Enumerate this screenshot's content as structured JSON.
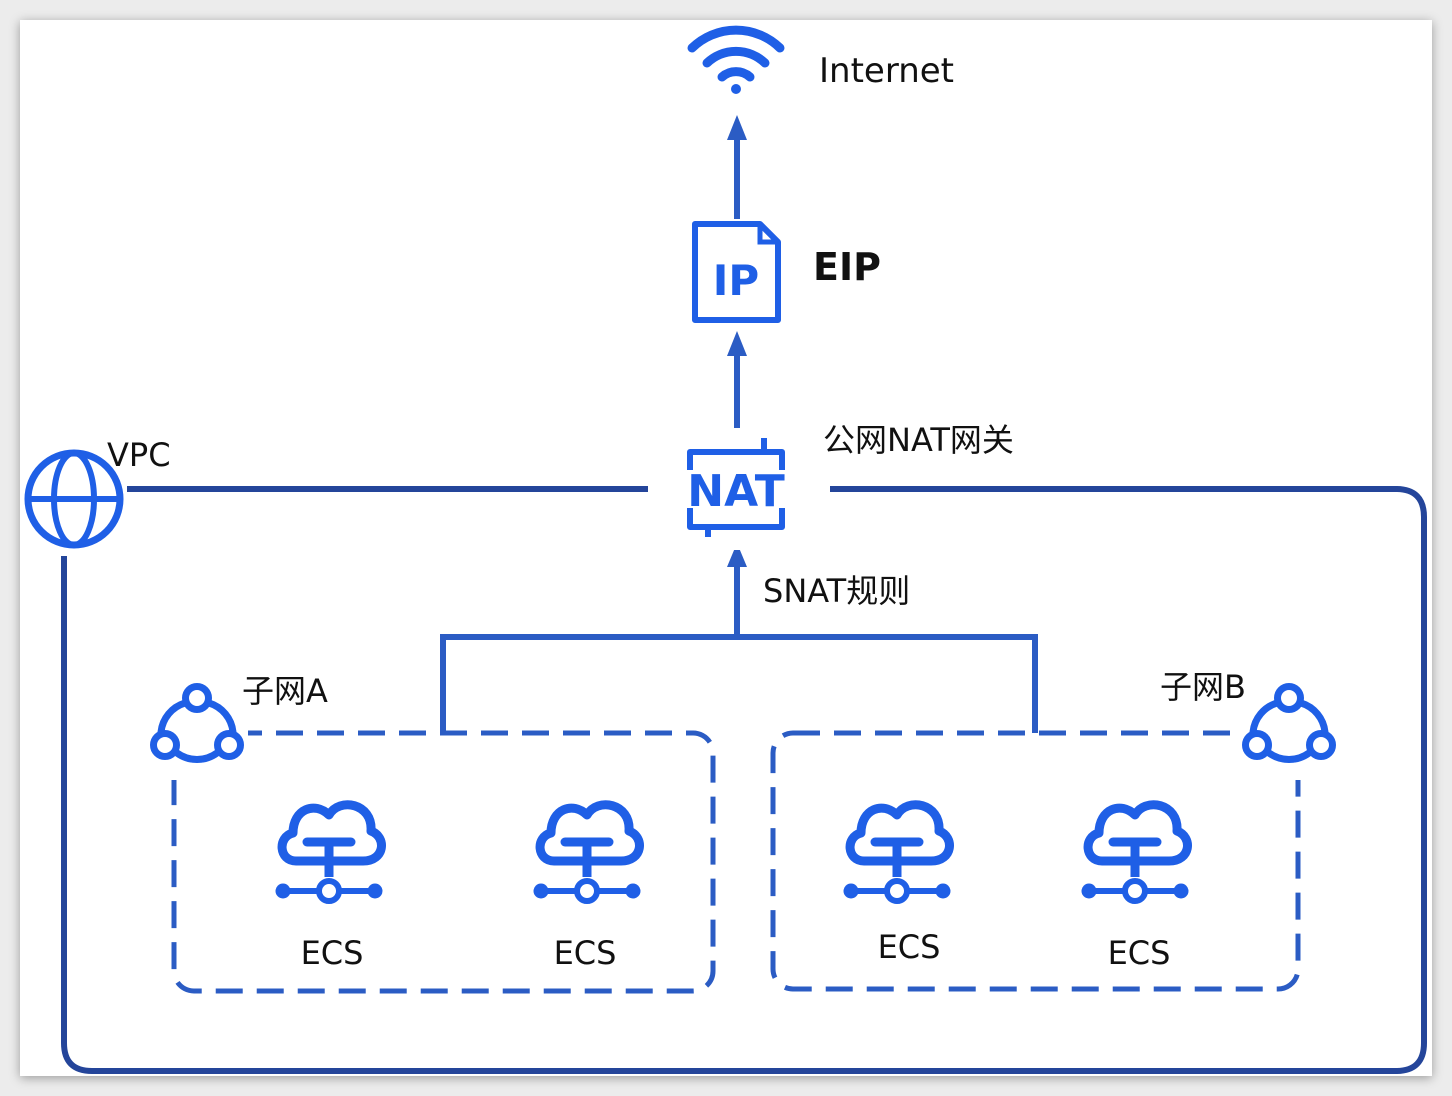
{
  "colors": {
    "accent": "#1f5fe6",
    "vpc_border": "#24459a",
    "connector": "#2b5cc4",
    "text": "#111111",
    "frame_background": "#ffffff",
    "outer_background": "#ececec"
  },
  "nodes": {
    "internet": {
      "label": "Internet",
      "icon": "wifi-icon"
    },
    "eip": {
      "label": "EIP",
      "icon_text": "IP",
      "icon": "ip-file-icon"
    },
    "nat": {
      "label": "公网NAT网关",
      "icon_text": "NAT",
      "icon": "nat-gateway-icon"
    },
    "vpc": {
      "label": "VPC",
      "icon": "globe-icon"
    },
    "snat": {
      "label": "SNAT规则"
    },
    "subnet_a": {
      "label": "子网A",
      "icon": "subnet-icon",
      "servers": [
        {
          "label": "ECS",
          "icon": "cloud-server-icon"
        },
        {
          "label": "ECS",
          "icon": "cloud-server-icon"
        }
      ]
    },
    "subnet_b": {
      "label": "子网B",
      "icon": "subnet-icon",
      "servers": [
        {
          "label": "ECS",
          "icon": "cloud-server-icon"
        },
        {
          "label": "ECS",
          "icon": "cloud-server-icon"
        }
      ]
    }
  }
}
